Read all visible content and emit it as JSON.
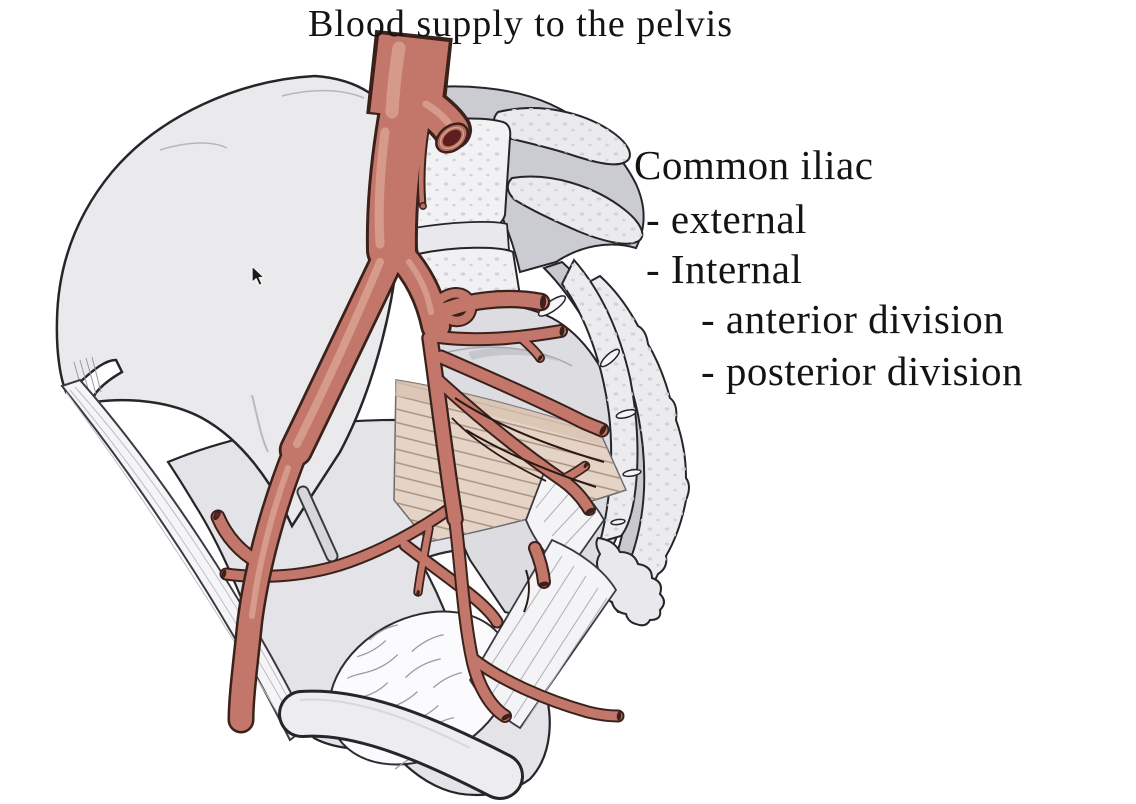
{
  "title": "Blood supply to the pelvis",
  "annotations": {
    "heading": "Common iliac",
    "items": [
      {
        "label": "- external"
      },
      {
        "label": "- Internal"
      },
      {
        "label": "- anterior division"
      },
      {
        "label": "- posterior division"
      }
    ]
  },
  "colors": {
    "background": "#ffffff",
    "text": "#141414",
    "artery": "#c3776a",
    "artery_outline": "#3a211b",
    "artery_highlight": "#d99e8f",
    "lumen_dark": "#5c1f1e",
    "bone_light": "#ebebee",
    "bone_mid": "#dcdce1",
    "bone_shadow": "#c8c8cf",
    "muscle": "#e5d3c5",
    "ligament": "#f5f5f8"
  }
}
